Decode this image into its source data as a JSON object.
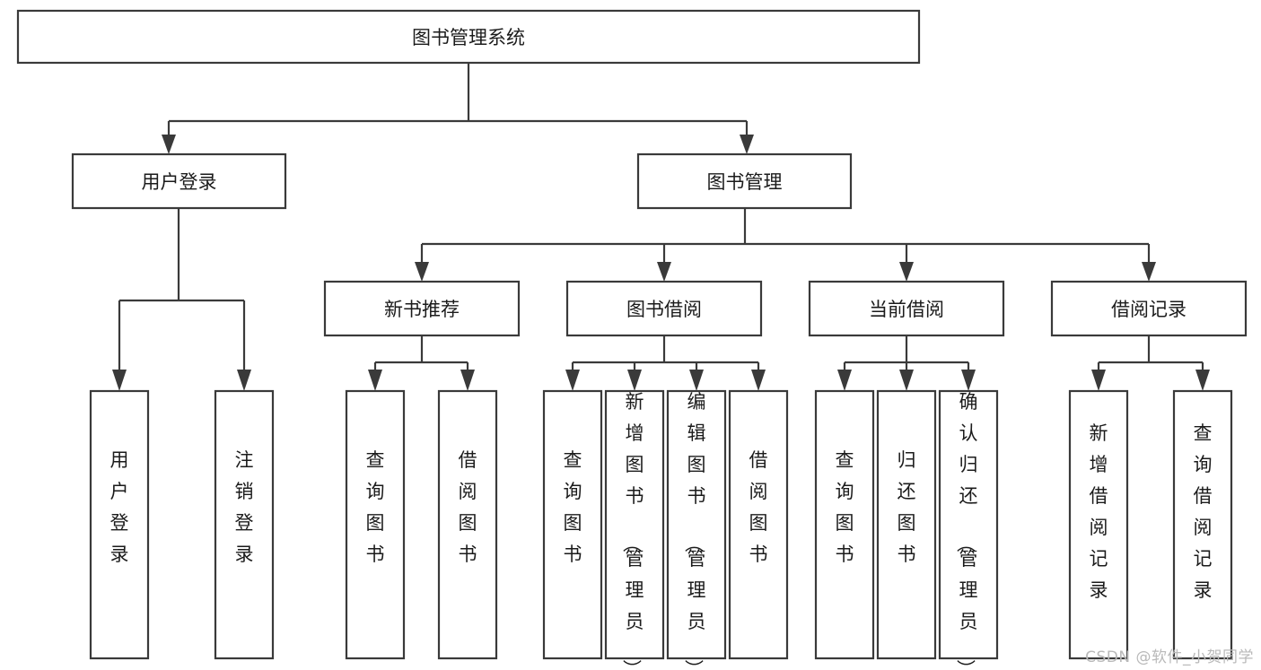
{
  "diagram": {
    "type": "tree-hierarchy",
    "title": "图书管理系统",
    "orientation": "top-down",
    "colors": {
      "box_stroke": "#3a3a3a",
      "box_fill": "#ffffff",
      "connector": "#3a3a3a",
      "text": "#1b1b1b",
      "watermark": "#b9b9b9",
      "background": "#ffffff"
    },
    "levels": {
      "root": {
        "label": "图书管理系统"
      },
      "level2": [
        {
          "label": "用户登录"
        },
        {
          "label": "图书管理"
        }
      ],
      "level3": [
        {
          "label": "新书推荐"
        },
        {
          "label": "图书借阅"
        },
        {
          "label": "当前借阅"
        },
        {
          "label": "借阅记录"
        }
      ],
      "leaves": {
        "user_login": [
          {
            "label": "用户登录"
          },
          {
            "label": "注销登录"
          }
        ],
        "new_book_recommend": [
          {
            "label": "查询图书"
          },
          {
            "label": "借阅图书"
          }
        ],
        "book_borrow": [
          {
            "label": "查询图书"
          },
          {
            "label": "新增图书（管理员）"
          },
          {
            "label": "编辑图书（管理员）"
          },
          {
            "label": "借阅图书"
          }
        ],
        "current_borrow": [
          {
            "label": "查询图书"
          },
          {
            "label": "归还图书"
          },
          {
            "label": "确认归还（管理员）"
          }
        ],
        "borrow_record": [
          {
            "label": "新增借阅记录"
          },
          {
            "label": "查询借阅记录"
          }
        ]
      }
    }
  },
  "watermark": {
    "text": "CSDN @软件_小贺同学"
  }
}
